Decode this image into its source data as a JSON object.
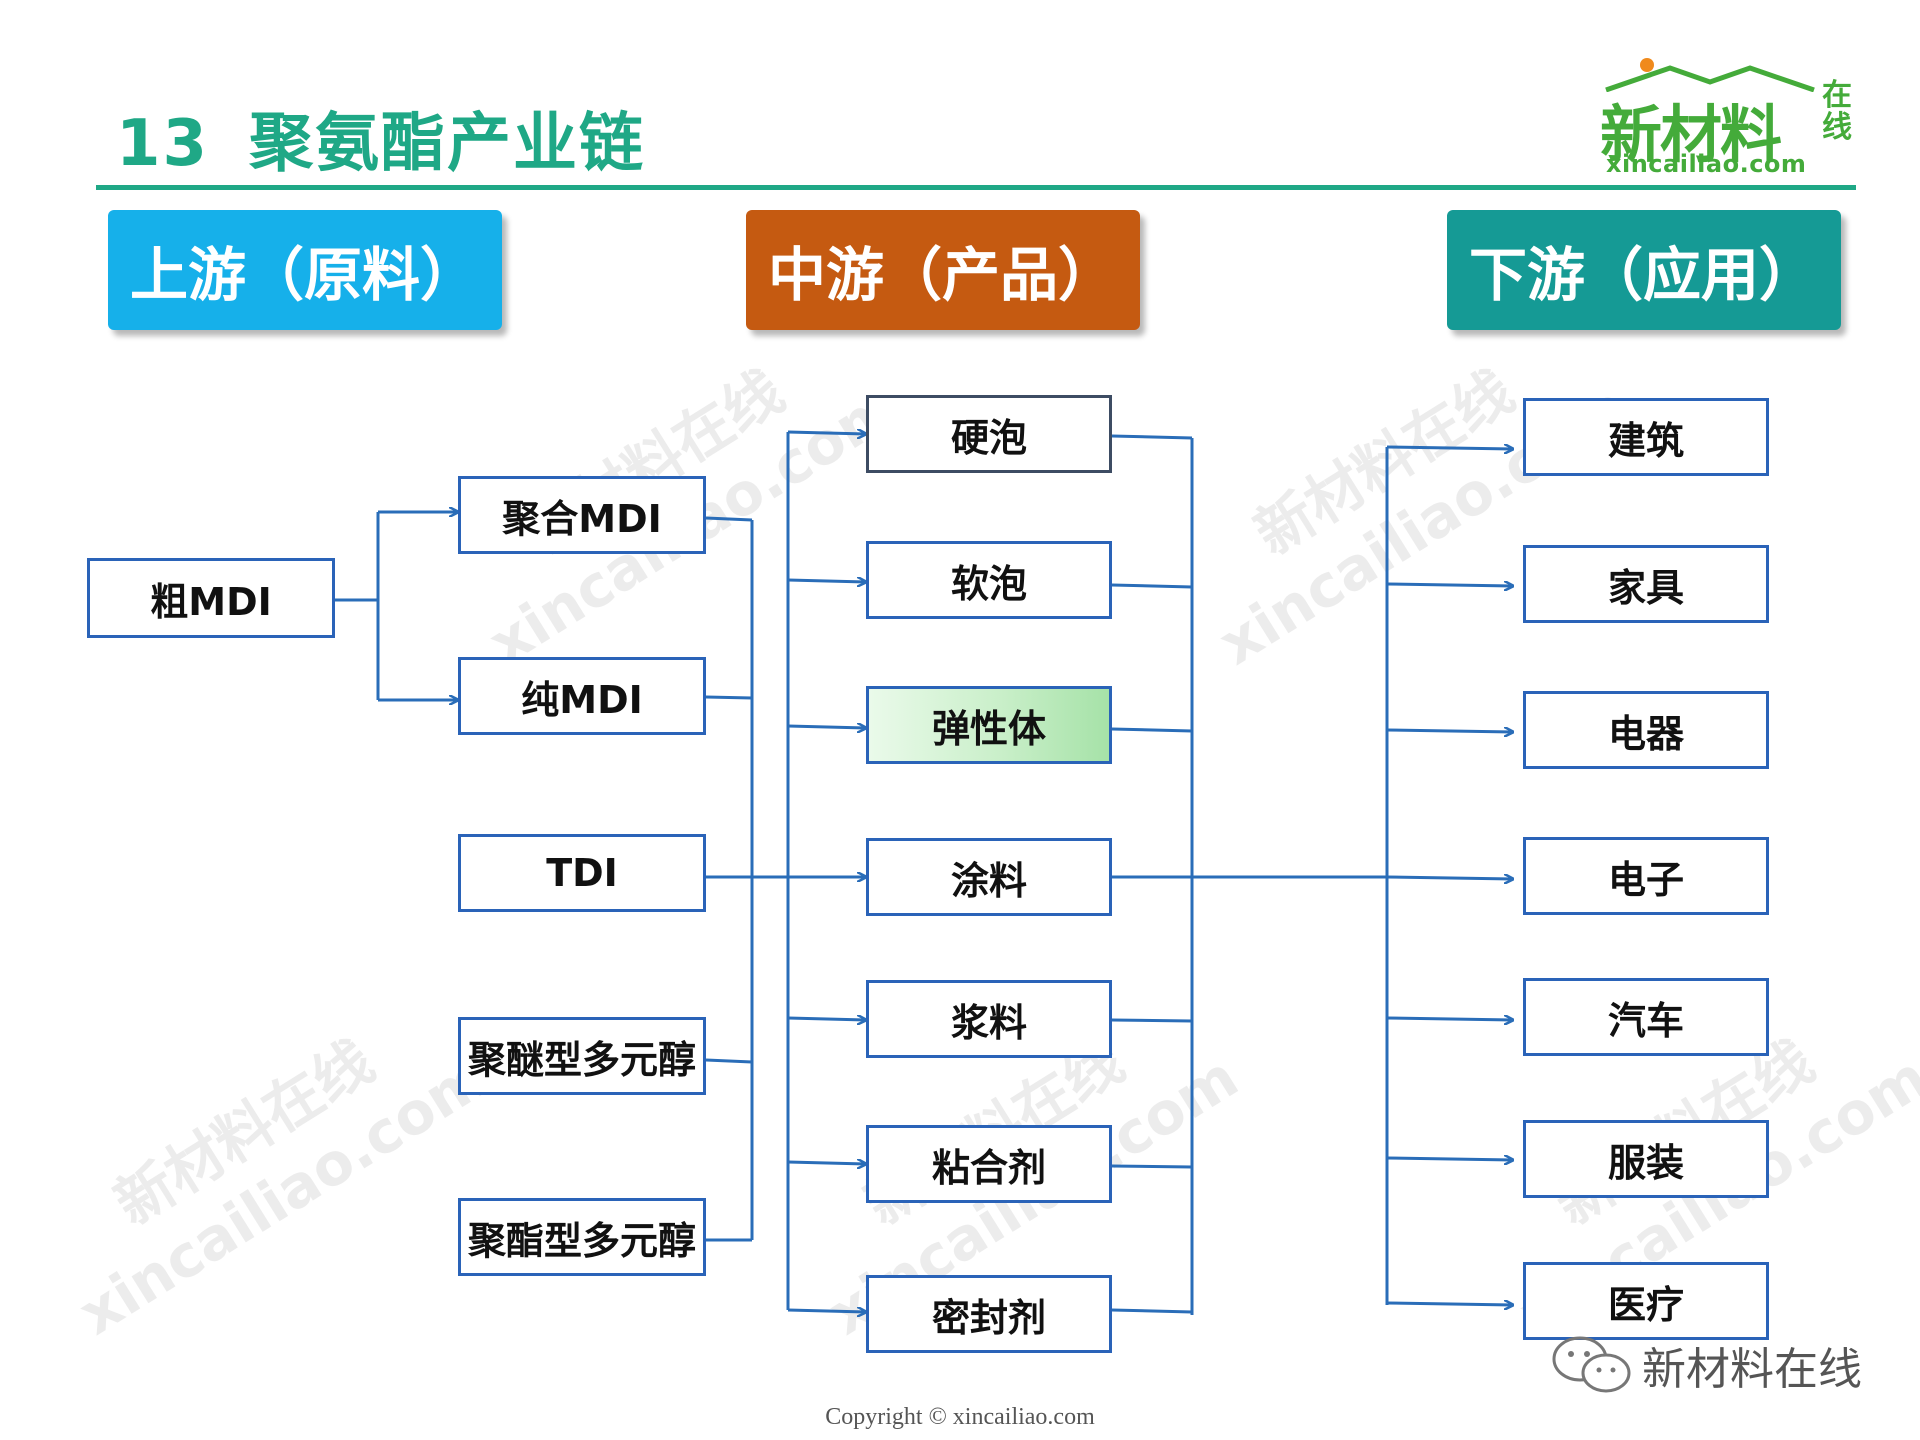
{
  "title": {
    "number": "13",
    "text": "聚氨酯产业链"
  },
  "logo": {
    "main": "新材料",
    "side": "在线",
    "url": "xincailiao.com",
    "color": "#44ab3a",
    "dot_color": "#f08a1c"
  },
  "headers": [
    {
      "label": "上游（原料）",
      "color": "#16b0ea"
    },
    {
      "label": "中游（产品）",
      "color": "#c55a11"
    },
    {
      "label": "下游（应用）",
      "color": "#159a95"
    }
  ],
  "upstream": {
    "source": "粗MDI",
    "derived": [
      "聚合MDI",
      "纯MDI"
    ],
    "materials": [
      "TDI",
      "聚醚型多元醇",
      "聚酯型多元醇"
    ]
  },
  "midstream": [
    "硬泡",
    "软泡",
    "弹性体",
    "涂料",
    "浆料",
    "粘合剂",
    "密封剂"
  ],
  "downstream": [
    "建筑",
    "家具",
    "电器",
    "电子",
    "汽车",
    "服装",
    "医疗"
  ],
  "watermark": {
    "cn": "新材料在线",
    "url": "xincailiao.com"
  },
  "wechat_label": "新材料在线",
  "copyright": "Copyright © xincailiao.com",
  "colors": {
    "title": "#1fa886",
    "connector": "#2a6db8",
    "node_border": "#2a63b8",
    "highlight": "#a6e2a8"
  }
}
